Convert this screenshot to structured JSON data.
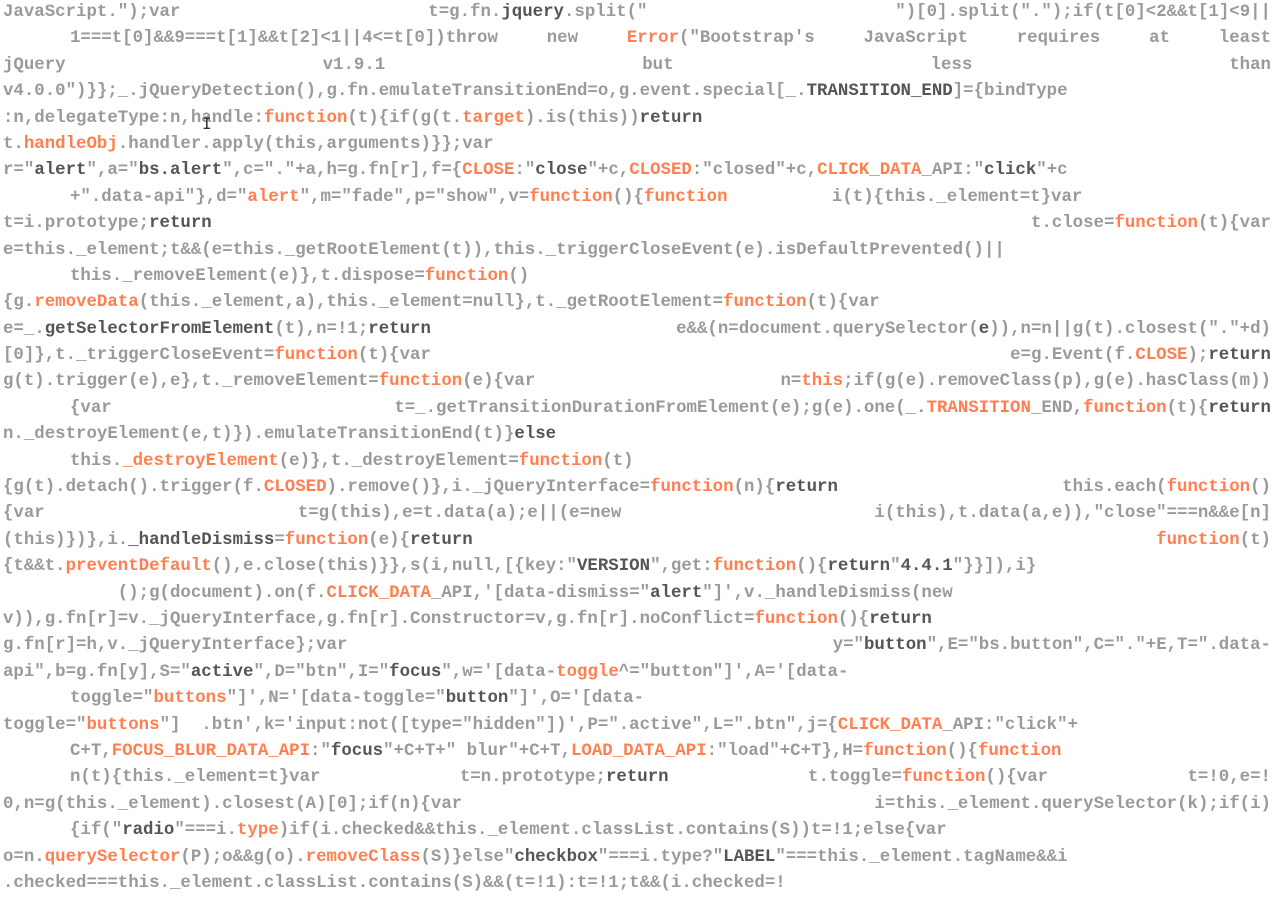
{
  "colors": {
    "background": "#ffffff",
    "text": "#9a9a9a",
    "keyword": "#ff7f50",
    "strong": "#555555"
  },
  "cursor": {
    "icon": "text-cursor-icon",
    "glyph": "I"
  },
  "lines": [
    {
      "just": true,
      "indent": false,
      "segments": [
        [
          [
            "JavaScript.\");var"
          ]
        ],
        [
          [
            "t=g.fn."
          ],
          [
            "jquery",
            "s"
          ],
          [
            ".split(\""
          ]
        ],
        [
          [
            "\")[0].split(\".\");if(t[0]<2&&t[1]<9||"
          ]
        ]
      ]
    },
    {
      "just": true,
      "indent": true,
      "segments": [
        [
          [
            "1===t[0]&&9===t[1]&&t[2]<1||4<=t[0])throw"
          ]
        ],
        [
          [
            "new"
          ]
        ],
        [
          [
            "Error",
            "k"
          ],
          [
            "(\"Bootstrap's"
          ]
        ],
        [
          [
            "JavaScript"
          ]
        ],
        [
          [
            "requires"
          ]
        ],
        [
          [
            "at"
          ]
        ],
        [
          [
            "least"
          ]
        ]
      ]
    },
    {
      "just": true,
      "indent": false,
      "segments": [
        [
          [
            "jQuery"
          ]
        ],
        [
          [
            "v1.9.1"
          ]
        ],
        [
          [
            "but"
          ]
        ],
        [
          [
            "less"
          ]
        ],
        [
          [
            "than"
          ]
        ]
      ]
    },
    {
      "just": false,
      "indent": false,
      "segments": [
        [
          [
            "v4.0.0\")}};_.jQueryDetection(),g.fn.emulateTransitionEnd=o,g.event.special[_."
          ],
          [
            "TRANSITION_END",
            "s"
          ],
          [
            "]={bindType"
          ]
        ]
      ]
    },
    {
      "just": false,
      "indent": false,
      "segments": [
        [
          [
            ":n,delegateType:n,handle:"
          ],
          [
            "function",
            "k"
          ],
          [
            "(t){if(g(t."
          ],
          [
            "target",
            "k"
          ],
          [
            ").is(this))"
          ],
          [
            "return",
            "s"
          ]
        ]
      ]
    },
    {
      "just": false,
      "indent": false,
      "segments": [
        [
          [
            "t."
          ],
          [
            "handleObj",
            "k"
          ],
          [
            ".handler.apply(this,arguments)}};var"
          ]
        ]
      ]
    },
    {
      "just": false,
      "indent": false,
      "segments": [
        [
          [
            "r=\""
          ],
          [
            "alert",
            "s"
          ],
          [
            "\",a=\""
          ],
          [
            "bs.alert",
            "s"
          ],
          [
            "\",c=\".\"+a,h=g.fn[r],f={"
          ],
          [
            "CLOSE",
            "k"
          ],
          [
            ":\""
          ],
          [
            "close",
            "s"
          ],
          [
            "\"+c,"
          ],
          [
            "CLOSED",
            "k"
          ],
          [
            ":\"closed\"+c,"
          ],
          [
            "CLICK_DATA",
            "k"
          ],
          [
            "_API:\""
          ],
          [
            "click",
            "s"
          ],
          [
            "\"+c"
          ]
        ]
      ]
    },
    {
      "just": false,
      "indent": true,
      "segments": [
        [
          [
            "+\".data-api\"},d=\""
          ],
          [
            "alert",
            "k"
          ],
          [
            "\",m=\"fade\",p=\"show\",v="
          ],
          [
            "function",
            "k"
          ],
          [
            "(){"
          ],
          [
            "function",
            "k"
          ],
          [
            "          i(t){this._element=t}var"
          ]
        ]
      ]
    },
    {
      "just": true,
      "indent": false,
      "segments": [
        [
          [
            "t=i.prototype;"
          ],
          [
            "return",
            "s"
          ]
        ],
        [
          [
            "t.close="
          ],
          [
            "function",
            "k"
          ],
          [
            "(t){var"
          ]
        ]
      ]
    },
    {
      "just": false,
      "indent": false,
      "segments": [
        [
          [
            "e=this._element;t&&(e=this._getRootElement(t)),this._triggerCloseEvent(e).isDefaultPrevented()||"
          ]
        ]
      ]
    },
    {
      "just": false,
      "indent": true,
      "segments": [
        [
          [
            "this._removeElement(e)},t.dispose="
          ],
          [
            "function",
            "k"
          ],
          [
            "()"
          ]
        ]
      ]
    },
    {
      "just": false,
      "indent": false,
      "segments": [
        [
          [
            "{g."
          ],
          [
            "removeData",
            "k"
          ],
          [
            "(this._element,a),this._element=null},t._getRootElement="
          ],
          [
            "function",
            "k"
          ],
          [
            "(t){var"
          ]
        ]
      ]
    },
    {
      "just": true,
      "indent": false,
      "segments": [
        [
          [
            "e=_."
          ],
          [
            "getSelectorFromElement",
            "s"
          ],
          [
            "(t),n=!1;"
          ],
          [
            "return",
            "s"
          ]
        ],
        [
          [
            "e&&(n=document.querySelector("
          ],
          [
            "e",
            "s"
          ],
          [
            ")),n=n||g(t).closest(\".\"+d)"
          ]
        ]
      ]
    },
    {
      "just": true,
      "indent": false,
      "segments": [
        [
          [
            "[0]},t._triggerCloseEvent="
          ],
          [
            "function",
            "k"
          ],
          [
            "(t){var"
          ]
        ],
        [
          [
            "e=g.Event(f."
          ],
          [
            "CLOSE",
            "k"
          ],
          [
            ");"
          ],
          [
            "return",
            "s"
          ]
        ]
      ]
    },
    {
      "just": true,
      "indent": false,
      "segments": [
        [
          [
            "g(t).trigger(e),e},t._removeElement="
          ],
          [
            "function",
            "k"
          ],
          [
            "(e){var"
          ]
        ],
        [
          [
            "n="
          ],
          [
            "this",
            "k"
          ],
          [
            ";if(g(e).removeClass(p),g(e).hasClass(m))"
          ]
        ]
      ]
    },
    {
      "just": true,
      "indent": true,
      "segments": [
        [
          [
            "{var"
          ]
        ],
        [
          [
            "t=_.getTransitionDurationFromElement(e);g(e).one(_."
          ],
          [
            "TRANSITION",
            "k"
          ],
          [
            "_END,"
          ],
          [
            "function",
            "k"
          ],
          [
            "(t){"
          ],
          [
            "return",
            "s"
          ]
        ]
      ]
    },
    {
      "just": false,
      "indent": false,
      "segments": [
        [
          [
            "n._destroyElement(e,t)}).emulateTransitionEnd(t)}"
          ],
          [
            "else",
            "s"
          ]
        ]
      ]
    },
    {
      "just": false,
      "indent": true,
      "segments": [
        [
          [
            "this."
          ],
          [
            "_destroyElement",
            "k"
          ],
          [
            "(e)},t._destroyElement="
          ],
          [
            "function",
            "k"
          ],
          [
            "(t)"
          ]
        ]
      ]
    },
    {
      "just": true,
      "indent": false,
      "segments": [
        [
          [
            "{g(t).detach().trigger(f."
          ],
          [
            "CLOSED",
            "k"
          ],
          [
            ").remove()},i._jQueryInterface="
          ],
          [
            "function",
            "k"
          ],
          [
            "(n){"
          ],
          [
            "return",
            "s"
          ]
        ],
        [
          [
            "this.each("
          ],
          [
            "function",
            "k"
          ],
          [
            "()"
          ]
        ]
      ]
    },
    {
      "just": true,
      "indent": false,
      "segments": [
        [
          [
            "{var"
          ]
        ],
        [
          [
            "t=g(this),e=t.data(a);e||(e=new"
          ]
        ],
        [
          [
            "i(this),t.data(a,e)),\"close\"===n&&e[n]"
          ]
        ]
      ]
    },
    {
      "just": true,
      "indent": false,
      "segments": [
        [
          [
            "(this)})},i."
          ],
          [
            "_handleDismiss",
            "s"
          ],
          [
            "="
          ],
          [
            "function",
            "k"
          ],
          [
            "(e){"
          ],
          [
            "return",
            "s"
          ]
        ],
        [
          [
            "function",
            "k"
          ],
          [
            "(t)"
          ]
        ]
      ]
    },
    {
      "just": false,
      "indent": false,
      "segments": [
        [
          [
            "{t&&t."
          ],
          [
            "preventDefault",
            "k"
          ],
          [
            "(),e.close(this)}},s(i,null,[{key:\""
          ],
          [
            "VERSION",
            "s"
          ],
          [
            "\",get:"
          ],
          [
            "function",
            "k"
          ],
          [
            "(){"
          ],
          [
            "return",
            "s"
          ],
          [
            "\""
          ],
          [
            "4.4.1",
            "s"
          ],
          [
            "\"}}]),i}"
          ]
        ]
      ]
    },
    {
      "just": false,
      "indent": false,
      "segments": [
        [
          [
            "           ();g(document).on(f."
          ],
          [
            "CLICK_DATA",
            "k"
          ],
          [
            "_API,'[data-dismiss=\""
          ],
          [
            "alert",
            "s"
          ],
          [
            "\"]',v._handleDismiss(new"
          ]
        ]
      ]
    },
    {
      "just": false,
      "indent": false,
      "segments": [
        [
          [
            "v)),g.fn[r]=v._jQueryInterface,g.fn[r].Constructor=v,g.fn[r].noConflict="
          ],
          [
            "function",
            "k"
          ],
          [
            "(){"
          ],
          [
            "return",
            "s"
          ]
        ]
      ]
    },
    {
      "just": true,
      "indent": false,
      "segments": [
        [
          [
            "g.fn[r]=h,v._jQueryInterface};var"
          ]
        ],
        [
          [
            "y=\""
          ],
          [
            "button",
            "s"
          ],
          [
            "\",E=\"bs.button\",C=\".\"+E,T=\".data-"
          ]
        ]
      ]
    },
    {
      "just": false,
      "indent": false,
      "segments": [
        [
          [
            "api\",b=g.fn[y],S=\""
          ],
          [
            "active",
            "s"
          ],
          [
            "\",D=\"btn\",I=\""
          ],
          [
            "focus",
            "s"
          ],
          [
            "\",w='[data-"
          ],
          [
            "toggle",
            "k"
          ],
          [
            "^=\"button\"]',A='[data-"
          ]
        ]
      ]
    },
    {
      "just": false,
      "indent": true,
      "segments": [
        [
          [
            "toggle=\""
          ],
          [
            "buttons",
            "k"
          ],
          [
            "\"]',N='[data-toggle=\""
          ],
          [
            "button",
            "s"
          ],
          [
            "\"]',O='[data-"
          ]
        ]
      ]
    },
    {
      "just": false,
      "indent": false,
      "segments": [
        [
          [
            "toggle=\""
          ],
          [
            "buttons",
            "k"
          ],
          [
            "\"]  .btn',k='input:not([type=\"hidden\"])',P=\".active\",L=\".btn\",j={"
          ],
          [
            "CLICK_DATA",
            "k"
          ],
          [
            "_API:\"click\"+"
          ]
        ]
      ]
    },
    {
      "just": false,
      "indent": true,
      "segments": [
        [
          [
            "C+T,"
          ],
          [
            "FOCUS_BLUR_DATA_API",
            "k"
          ],
          [
            ":\""
          ],
          [
            "focus",
            "s"
          ],
          [
            "\"+C+T+\" blur\"+C+T,"
          ],
          [
            "LOAD_DATA_API",
            "k"
          ],
          [
            ":\"load\"+C+T},H="
          ],
          [
            "function",
            "k"
          ],
          [
            "(){"
          ],
          [
            "function",
            "k"
          ]
        ]
      ]
    },
    {
      "just": true,
      "indent": true,
      "segments": [
        [
          [
            "n(t){this._element=t}var"
          ]
        ],
        [
          [
            "t=n.prototype;"
          ],
          [
            "return",
            "s"
          ]
        ],
        [
          [
            "t.toggle="
          ],
          [
            "function",
            "k"
          ],
          [
            "(){var"
          ]
        ],
        [
          [
            "t=!0,e=!"
          ]
        ]
      ]
    },
    {
      "just": true,
      "indent": false,
      "segments": [
        [
          [
            "0,n=g(this._element).closest(A)[0];if(n){var"
          ]
        ],
        [
          [
            "i=this._element.querySelector(k);if(i)"
          ]
        ]
      ]
    },
    {
      "just": false,
      "indent": true,
      "segments": [
        [
          [
            "{if(\""
          ],
          [
            "radio",
            "s"
          ],
          [
            "\"===i."
          ],
          [
            "type",
            "k"
          ],
          [
            ")if(i.checked&&this._element.classList.contains(S))t=!1;else{var"
          ]
        ]
      ]
    },
    {
      "just": false,
      "indent": false,
      "segments": [
        [
          [
            "o=n."
          ],
          [
            "querySelector",
            "k"
          ],
          [
            "(P);o&&g(o)."
          ],
          [
            "removeClass",
            "k"
          ],
          [
            "(S)}else\""
          ],
          [
            "checkbox",
            "s"
          ],
          [
            "\"===i.type?\""
          ],
          [
            "LABEL",
            "s"
          ],
          [
            "\"===this._element.tagName&&i"
          ]
        ]
      ]
    },
    {
      "just": false,
      "indent": false,
      "segments": [
        [
          [
            ".checked===this._element.classList.contains(S)&&(t=!1):t=!1;t&&(i.checked=!"
          ]
        ]
      ]
    }
  ]
}
